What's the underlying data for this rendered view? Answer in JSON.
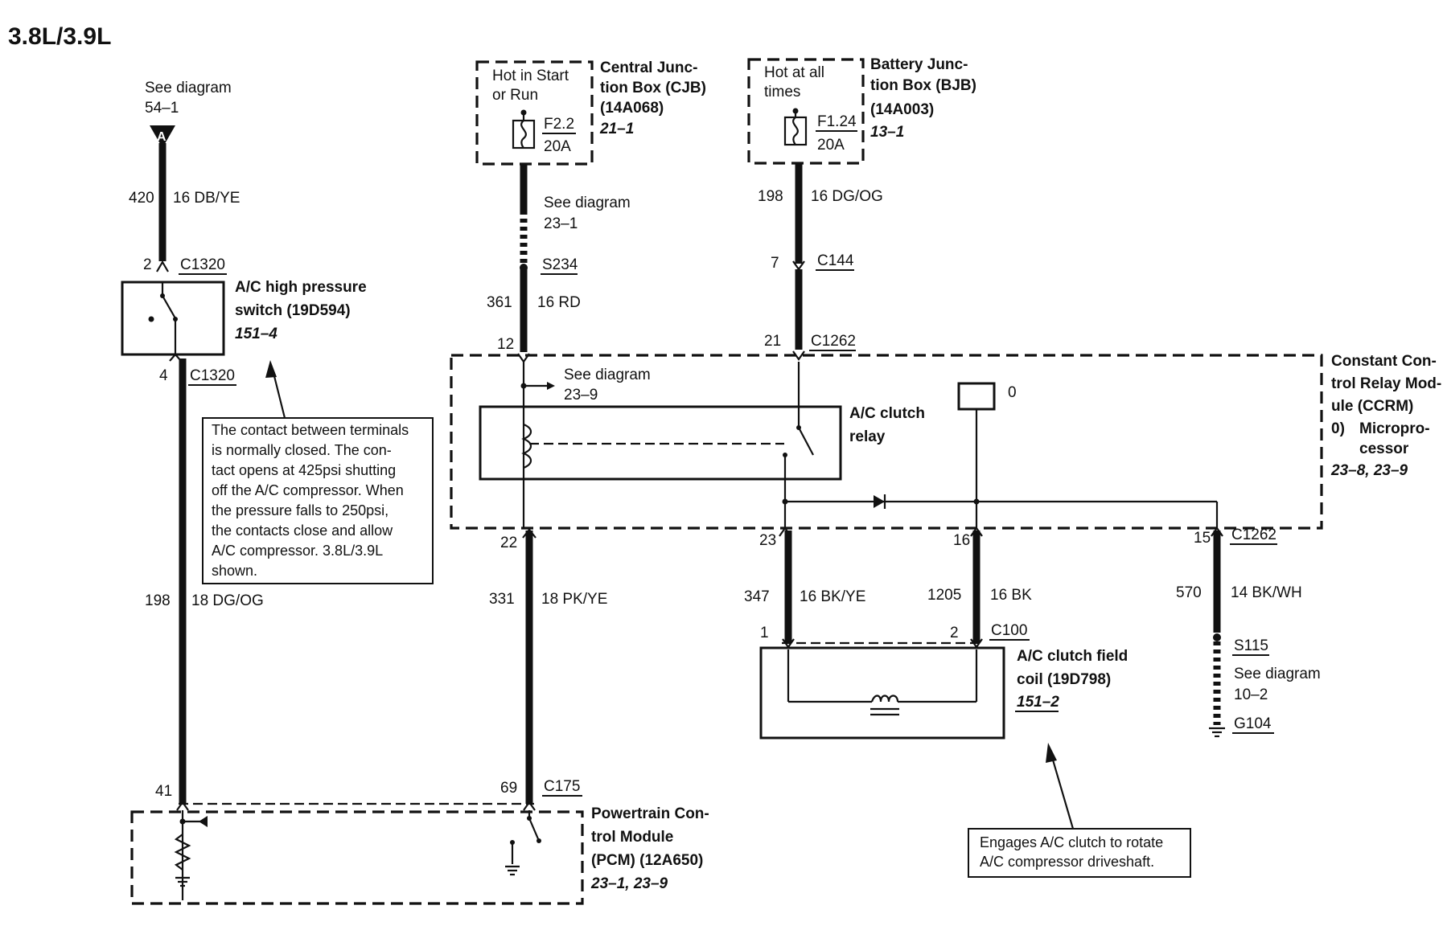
{
  "title": "3.8L/3.9L",
  "connector_a": {
    "ref_line1": "See diagram",
    "ref_line2": "54–1",
    "letter": "A"
  },
  "circuit_420": {
    "number": "420",
    "wire": "16 DB/YE"
  },
  "hps_top_pin": {
    "pin": "2",
    "connector": "C1320"
  },
  "hp_switch": {
    "name_line1": "A/C high pressure",
    "name_line2": "switch (19D594)",
    "ref": "151–4"
  },
  "hps_bottom_pin": {
    "pin": "4",
    "connector": "C1320"
  },
  "hps_note": [
    "The contact between terminals",
    "is normally closed. The con-",
    "tact opens at 425psi shutting",
    "off the A/C compressor. When",
    "the pressure falls to 250psi,",
    "the contacts close and allow",
    "A/C compressor. 3.8L/3.9L",
    "shown."
  ],
  "circuit_198_left": {
    "number": "198",
    "wire": "18 DG/OG"
  },
  "cjb": {
    "hot_line1": "Hot in Start",
    "hot_line2": "or Run",
    "fuse": "F2.2",
    "rating": "20A",
    "name_line1": "Central Junc-",
    "name_line2": "tion Box (CJB)",
    "name_line3": "(14A068)",
    "ref": "21–1"
  },
  "cjb_ref": {
    "line1": "See diagram",
    "line2": "23–1"
  },
  "splice_s234": "S234",
  "circuit_361": {
    "number": "361",
    "wire": "16 RD"
  },
  "ccrm_pin12": "12",
  "ccrm_ref": {
    "line1": "See diagram",
    "line2": "23–9"
  },
  "bjb": {
    "hot_line1": "Hot at all",
    "hot_line2": "times",
    "fuse": "F1.24",
    "rating": "20A",
    "name_line1": "Battery Junc-",
    "name_line2": "tion Box (BJB)",
    "name_line3": "(14A003)",
    "ref": "13–1"
  },
  "circuit_198_bjb": {
    "number": "198",
    "wire": "16 DG/OG"
  },
  "c144": {
    "pin": "7",
    "connector": "C144"
  },
  "ccrm_top": {
    "pin": "21",
    "connector": "C1262"
  },
  "ccrm": {
    "name_line1": "Constant Con-",
    "name_line2": "trol Relay Mod-",
    "name_line3": "ule (CCRM)",
    "item_num": "0)",
    "item_line1": "Micropro-",
    "item_line2": "cessor",
    "ref": "23–8, 23–9"
  },
  "relay": {
    "line1": "A/C clutch",
    "line2": "relay"
  },
  "processor": {
    "number": "0"
  },
  "ccrm_pins": {
    "p22": "22",
    "p23": "23",
    "p16": "16",
    "p15": "15",
    "c1262": "C1262"
  },
  "circuit_331": {
    "number": "331",
    "wire": "18 PK/YE"
  },
  "circuit_347": {
    "number": "347",
    "wire": "16 BK/YE"
  },
  "circuit_1205": {
    "number": "1205",
    "wire": "16 BK"
  },
  "circuit_570": {
    "number": "570",
    "wire": "14 BK/WH"
  },
  "c100": {
    "pin1": "1",
    "pin2": "2",
    "connector": "C100"
  },
  "clutch_coil": {
    "name_line1": "A/C clutch field",
    "name_line2": "coil (19D798)",
    "ref": "151–2"
  },
  "ground": {
    "splice": "S115",
    "line1": "See diagram",
    "line2": "10–2",
    "ground": "G104"
  },
  "clutch_note": [
    "Engages A/C clutch to rotate",
    "A/C compressor driveshaft."
  ],
  "pcm_pins": {
    "p41": "41",
    "p69": "69",
    "connector": "C175"
  },
  "pcm": {
    "name_line1": "Powertrain Con-",
    "name_line2": "trol Module",
    "name_line3": "(PCM) (12A650)",
    "ref": "23–1, 23–9"
  }
}
